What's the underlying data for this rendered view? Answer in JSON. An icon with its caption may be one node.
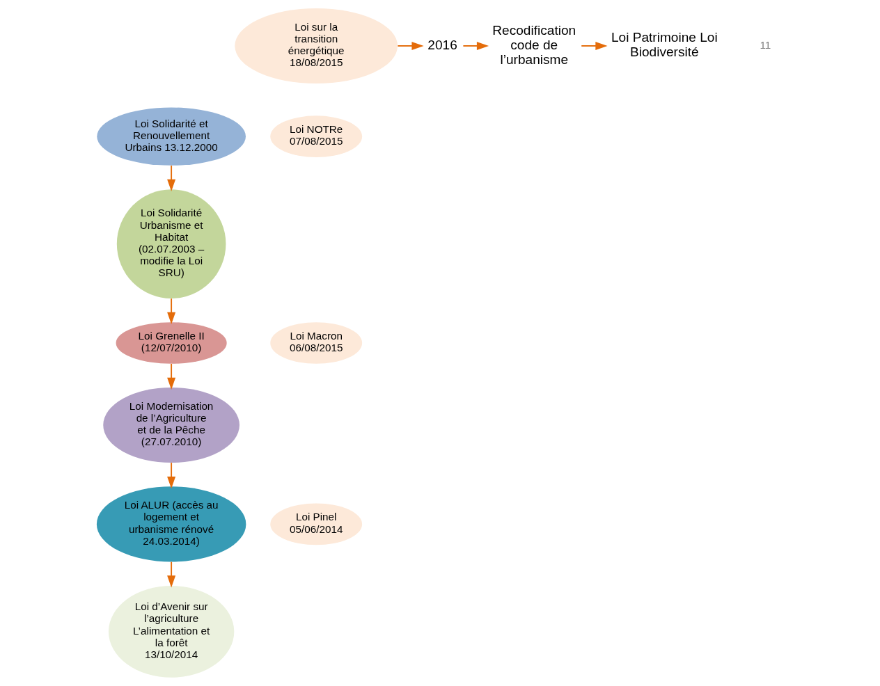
{
  "diagram": {
    "nodes": [
      {
        "text": [
          "Loi Solidarité et Renouvellement Urbains 13.12.2000"
        ]
      },
      {
        "text": [
          "Loi Solidarité Urbanisme et Habitat (02.07.2003 – modifie la Loi SRU)"
        ]
      },
      {
        "text": [
          "Loi Grenelle II (12/07/2010)"
        ]
      },
      {
        "text": [
          "Loi Modernisation de l’Agriculture et de la Pêche (27.07.2010)"
        ]
      },
      {
        "text": [
          "Loi ALUR (accès au logement et urbanisme rénové 24.03.2014)"
        ]
      },
      {
        "text": [
          "Loi d’Avenir sur l’agriculture L’alimentation et la forêt 13/10/2014"
        ]
      },
      {
        "text": [
          "Loi Pinel 05/06/2014"
        ]
      },
      {
        "text": [
          "Loi Macron 06/08/2015"
        ]
      },
      {
        "text": [
          "Loi NOTRe 07/08/2015"
        ]
      },
      {
        "text": [
          "Loi sur la transition énergétique 18/08/2015"
        ]
      },
      {
        "text": [
          "2016"
        ]
      },
      {
        "text": [
          "Recodification code de l’urbanisme"
        ]
      },
      {
        "text": [
          "Loi Patrimoine Loi Biodiversité"
        ]
      }
    ],
    "edges": [
      {
        "from": 0,
        "to": 1,
        "arrow": "to"
      },
      {
        "from": 1,
        "to": 2,
        "arrow": "to"
      },
      {
        "from": 2,
        "to": 3,
        "arrow": "to"
      },
      {
        "from": 3,
        "to": 4,
        "arrow": "to"
      },
      {
        "from": 4,
        "to": 5,
        "arrow": "to"
      },
      {
        "from": 9,
        "to": 10,
        "arrow": "to"
      },
      {
        "from": 10,
        "to": 11,
        "arrow": "to"
      },
      {
        "from": 11,
        "to": 12,
        "arrow": "to"
      }
    ],
    "labels": [
      "11"
    ]
  }
}
